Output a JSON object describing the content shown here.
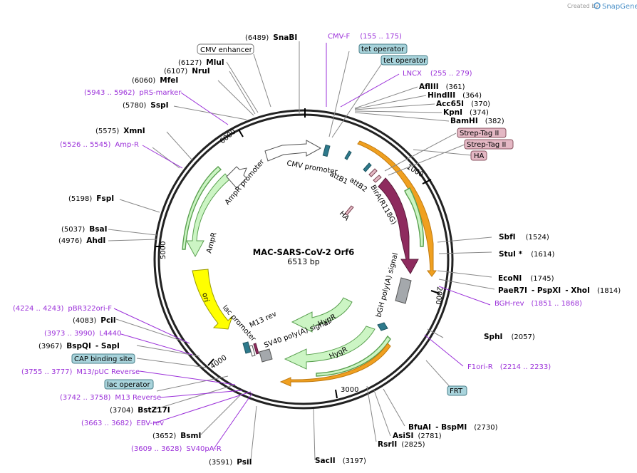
{
  "credit": {
    "text": "Created by",
    "logo": "SnapGene"
  },
  "plasmid": {
    "name": "MAC-SARS-CoV-2 Orf6",
    "size": "6513 bp"
  },
  "ticks": [
    "1000",
    "2000",
    "3000",
    "4000",
    "5000",
    "6000"
  ],
  "enzymes": {
    "snabi": {
      "name": "SnaBI",
      "pos": "(6489)"
    },
    "mlui": {
      "name": "MluI",
      "pos": "(6127)"
    },
    "nrui": {
      "name": "NruI",
      "pos": "(6107)"
    },
    "mfei": {
      "name": "MfeI",
      "pos": "(6060)"
    },
    "sspi": {
      "name": "SspI",
      "pos": "(5780)"
    },
    "xmni": {
      "name": "XmnI",
      "pos": "(5575)"
    },
    "fspi": {
      "name": "FspI",
      "pos": "(5198)"
    },
    "bsai": {
      "name": "BsaI",
      "pos": "(5037)"
    },
    "ahdi": {
      "name": "AhdI",
      "pos": "(4976)"
    },
    "pcii": {
      "name": "PciI",
      "pos": "(4083)"
    },
    "bspqi": {
      "name": "BspQI",
      "sep": "- SapI",
      "pos": "(3967)"
    },
    "bstz17i": {
      "name": "BstZ17I",
      "pos": "(3704)"
    },
    "bsmi": {
      "name": "BsmI",
      "pos": "(3652)"
    },
    "psii": {
      "name": "PsiI",
      "pos": "(3591)"
    },
    "sacii": {
      "name": "SacII",
      "pos": "(3197)"
    },
    "rsrii": {
      "name": "RsrII",
      "pos": "(2825)"
    },
    "asisi": {
      "name": "AsiSI",
      "pos": "(2781)"
    },
    "bfuai": {
      "name": "BfuAI",
      "sep": "- BspMI",
      "pos": "(2730)"
    },
    "sphi": {
      "name": "SphI",
      "pos": "(2057)"
    },
    "paer7i": {
      "name": "PaeR7I",
      "sep1": "- PspXI",
      "sep2": "- XhoI",
      "pos": "(1814)"
    },
    "econi": {
      "name": "EcoNI",
      "pos": "(1745)"
    },
    "stui": {
      "name": "StuI *",
      "pos": "(1614)"
    },
    "sbfi": {
      "name": "SbfI",
      "pos": "(1524)"
    },
    "afliii": {
      "name": "AflIII",
      "pos": "(361)"
    },
    "hindiii": {
      "name": "HindIII",
      "pos": "(364)"
    },
    "acc65i": {
      "name": "Acc65I",
      "pos": "(370)"
    },
    "kpni": {
      "name": "KpnI",
      "pos": "(374)"
    },
    "bamhi": {
      "name": "BamHI",
      "pos": "(382)"
    }
  },
  "primers": {
    "cmvf": {
      "name": "CMV-F",
      "pos": "(155 .. 175)"
    },
    "lncx": {
      "name": "LNCX",
      "pos": "(255 .. 279)"
    },
    "prs": {
      "name": "pRS-marker",
      "pos": "(5943 .. 5962)"
    },
    "ampr": {
      "name": "Amp-R",
      "pos": "(5526 .. 5545)"
    },
    "pbr": {
      "name": "pBR322ori-F",
      "pos": "(4224 .. 4243)"
    },
    "l4440": {
      "name": "L4440",
      "pos": "(3973 .. 3990)"
    },
    "m13puc": {
      "name": "M13/pUC Reverse",
      "pos": "(3755 .. 3777)"
    },
    "m13rev": {
      "name": "M13 Reverse",
      "pos": "(3742 .. 3758)"
    },
    "ebv": {
      "name": "EBV-rev",
      "pos": "(3663 .. 3682)"
    },
    "sv40pa": {
      "name": "SV40pA-R",
      "pos": "(3609 .. 3628)"
    },
    "bgh": {
      "name": "BGH-rev",
      "pos": "(1851 .. 1868)"
    },
    "f1ori": {
      "name": "F1ori-R",
      "pos": "(2214 .. 2233)"
    }
  },
  "boxes": {
    "cmvenh": "CMV enhancer",
    "tetop1": "tet operator",
    "tetop2": "tet operator",
    "strep1": "Strep-Tag II",
    "strep2": "Strep-Tag II",
    "ha": "HA",
    "cap": "CAP binding site",
    "lacop": "lac operator",
    "frt": "FRT"
  },
  "features": {
    "cmvprom": "CMV promoter",
    "attb1": "attB1",
    "attb2": "attB2",
    "bira": "BirA(R118G)",
    "ha": "HA",
    "amprprom": "AmpR promoter",
    "ampr": "AmpR",
    "ori": "ori",
    "lacprom": "lac promoter",
    "m13rev": "M13 rev",
    "sv40": "SV40 poly(A) signal",
    "hygr1": "HygR",
    "hygr2": "HygR",
    "bgh": "bGH poly(A) signal"
  },
  "colors": {
    "primer": "#9b30d9",
    "enzyme": "#000000",
    "bira": "#8e2b5e",
    "ori": "#ffff00",
    "marker": "#ccf5c4",
    "marker_stroke": "#5aa050",
    "orf": "#f0a020",
    "teal": "#2e7a8c",
    "tetbox": "#a9d4dc",
    "tagbox": "#e4b8c4",
    "polya": "#a4a8ac"
  }
}
